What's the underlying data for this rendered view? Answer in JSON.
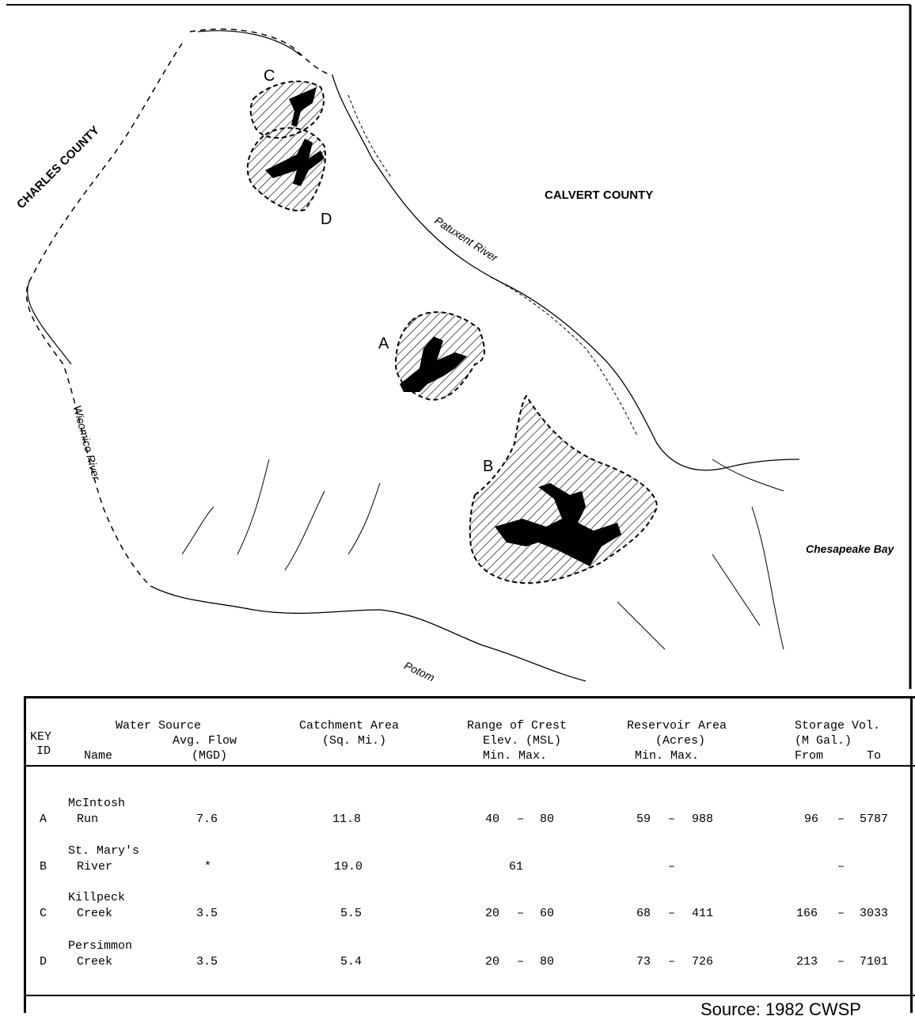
{
  "map": {
    "labels": {
      "charles_county": "CHARLES COUNTY",
      "calvert_county": "CALVERT COUNTY",
      "patuxent_river": "Patuxent River",
      "wicomico_river": "Wicomico River",
      "chesapeake_bay": "Chesapeake Bay",
      "potomac": "Potom"
    },
    "keys": {
      "a": "A",
      "b": "B",
      "c": "C",
      "d": "D"
    }
  },
  "table": {
    "headers": {
      "key_id_1": "KEY",
      "key_id_2": "ID",
      "water_source": "Water Source",
      "name": "Name",
      "avg_flow_1": "Avg. Flow",
      "avg_flow_2": "(MGD)",
      "catchment_1": "Catchment Area",
      "catchment_2": "(Sq. Mi.)",
      "crest_1": "Range of Crest",
      "crest_2": "Elev. (MSL)",
      "crest_3": "Min. Max.",
      "reservoir_1": "Reservoir Area",
      "reservoir_2": "(Acres)",
      "reservoir_3": "Min.  Max.",
      "storage_1": "Storage Vol.",
      "storage_2": "(M Gal.)",
      "storage_from": "From",
      "storage_to": "To"
    },
    "rows": [
      {
        "id": "A",
        "name_1": "McIntosh",
        "name_2": "Run",
        "flow": "7.6",
        "catchment": "11.8",
        "crest_min": "40",
        "crest_dash": "–",
        "crest_max": "80",
        "res_min": "59",
        "res_dash": "–",
        "res_max": "988",
        "stor_from": "96",
        "stor_dash": "–",
        "stor_to": "5787"
      },
      {
        "id": "B",
        "name_1": "St. Mary's",
        "name_2": "River",
        "flow": "*",
        "catchment": "19.0",
        "crest_min": "61",
        "crest_dash": "",
        "crest_max": "",
        "res_min": "",
        "res_dash": "–",
        "res_max": "",
        "stor_from": "",
        "stor_dash": "–",
        "stor_to": ""
      },
      {
        "id": "C",
        "name_1": "Killpeck",
        "name_2": "Creek",
        "flow": "3.5",
        "catchment": "5.5",
        "crest_min": "20",
        "crest_dash": "–",
        "crest_max": "60",
        "res_min": "68",
        "res_dash": "–",
        "res_max": "411",
        "stor_from": "166",
        "stor_dash": "–",
        "stor_to": "3033"
      },
      {
        "id": "D",
        "name_1": "Persimmon",
        "name_2": "Creek",
        "flow": "3.5",
        "catchment": "5.4",
        "crest_min": "20",
        "crest_dash": "–",
        "crest_max": "80",
        "res_min": "73",
        "res_dash": "–",
        "res_max": "726",
        "stor_from": "213",
        "stor_dash": "–",
        "stor_to": "7101"
      }
    ]
  },
  "source": "Source: 1982 CWSP"
}
